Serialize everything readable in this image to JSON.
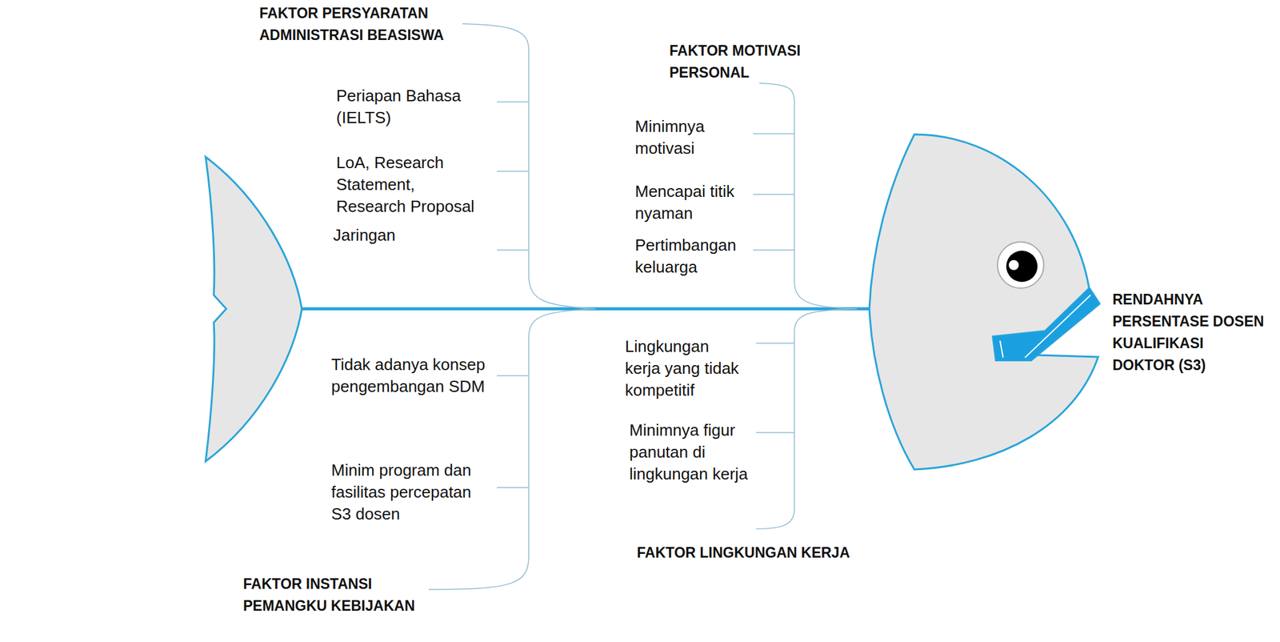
{
  "diagram": {
    "labels": [
      "FAKTOR PERSYARATAN ADMINISTRASI BEASISWA",
      "Periapan Bahasa (IELTS)",
      "LoA, Research Statement, Research Proposal",
      "Jaringan",
      "FAKTOR MOTIVASI PERSONAL",
      "Minimnya motivasi",
      "Mencapai titik nyaman",
      "Pertimbangan keluarga",
      "RENDAHNYA PERSENTASE DOSEN KUALIFIKASI DOKTOR (S3)",
      "Tidak adanya konsep pengembangan SDM",
      "Minim program dan fasilitas percepatan S3 dosen",
      "Lingkungan kerja yang tidak kompetitif",
      "Minimnya figur panutan di lingkungan kerja",
      "FAKTOR INSTANSI PEMANGKU KEBIJAKAN",
      "FAKTOR LINGKUNGAN KERJA"
    ]
  }
}
